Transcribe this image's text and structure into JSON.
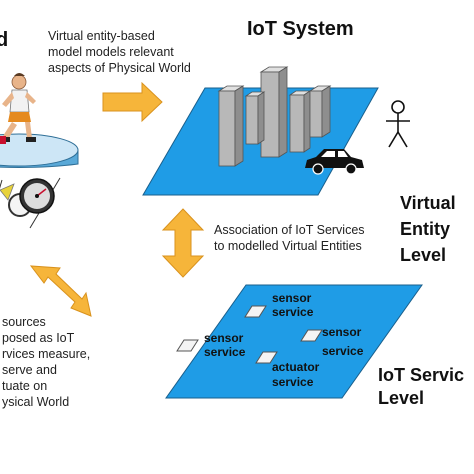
{
  "physical_title_fragment": "d",
  "iot_system_title": "IoT System",
  "virtual_model_text": [
    "Virtual entity-based",
    "model models relevant",
    "aspects of Physical World"
  ],
  "association_text": [
    "Association of IoT Services",
    "to modelled Virtual Entities"
  ],
  "virtual_level_text": [
    "Virtual",
    "Entity",
    "Level"
  ],
  "iot_service_level_text": [
    "IoT Servic",
    "Level"
  ],
  "resources_text": [
    "sources",
    "posed as IoT",
    "rvices measure,",
    "serve and",
    "tuate on",
    "ysical World"
  ],
  "services": [
    {
      "line1": "sensor",
      "line2": "service"
    },
    {
      "line1": "sensor",
      "line2": "service"
    },
    {
      "line1": "sensor",
      "line2": "service"
    },
    {
      "line1": "actuator",
      "line2": "service"
    }
  ],
  "colors": {
    "plane_fill": "#1f9ce6",
    "plane_stroke": "#1a5f8c",
    "arrow_fill": "#f6b53a",
    "arrow_stroke": "#d9921d",
    "building_fill": "#b8b8b8"
  }
}
